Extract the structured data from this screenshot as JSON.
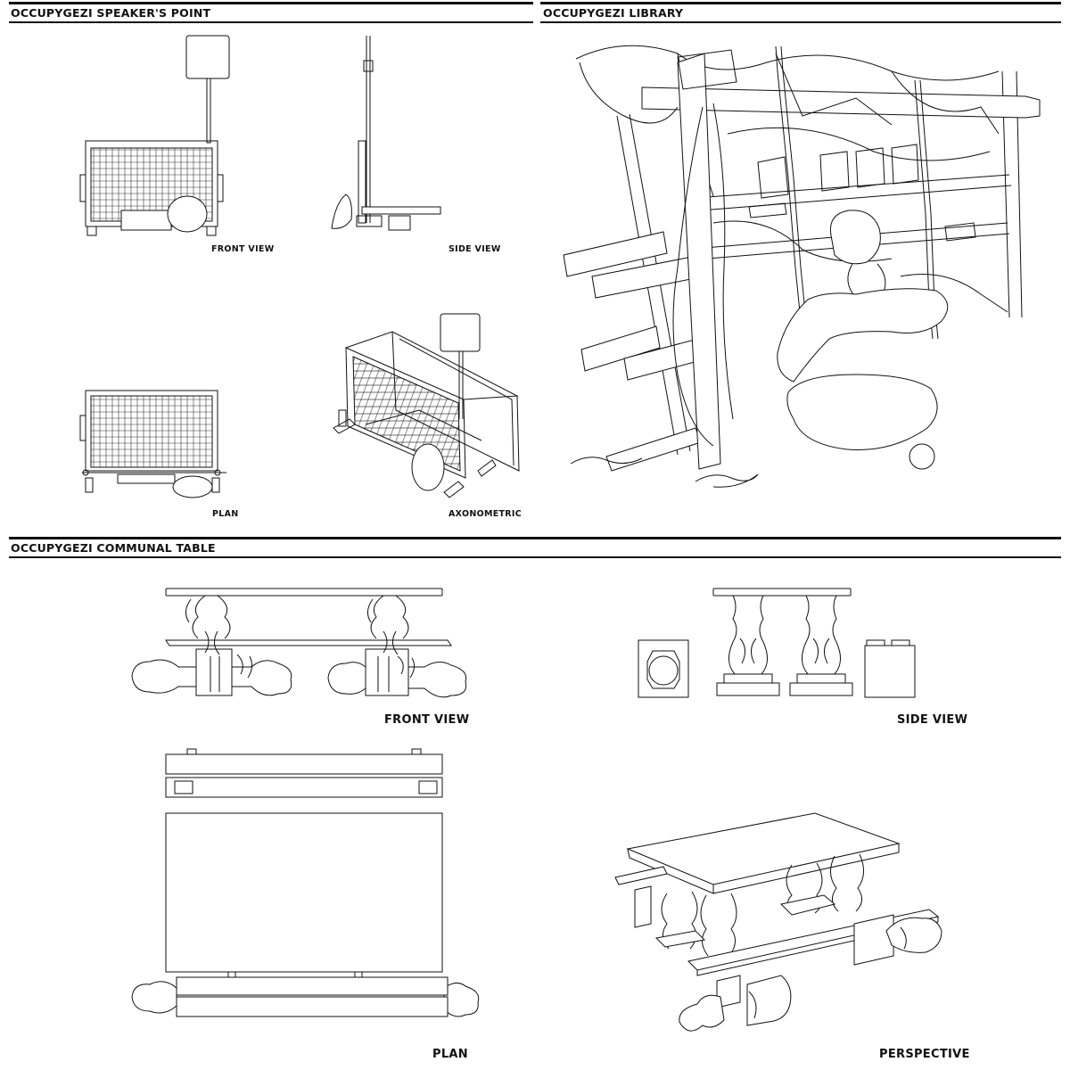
{
  "sections": {
    "speaker": {
      "title": "OCCUPYGEZI SPEAKER'S POINT",
      "views": {
        "front": "FRONT VIEW",
        "side": "SIDE VIEW",
        "plan": "PLAN",
        "axonometric": "AXONOMETRIC"
      }
    },
    "library": {
      "title": "OCCUPYGEZI LIBRARY"
    },
    "table": {
      "title": "OCCUPYGEZI COMMUNAL TABLE",
      "views": {
        "front": "FRONT VIEW",
        "side": "SIDE VIEW",
        "plan": "PLAN",
        "perspective": "PERSPECTIVE"
      }
    }
  }
}
